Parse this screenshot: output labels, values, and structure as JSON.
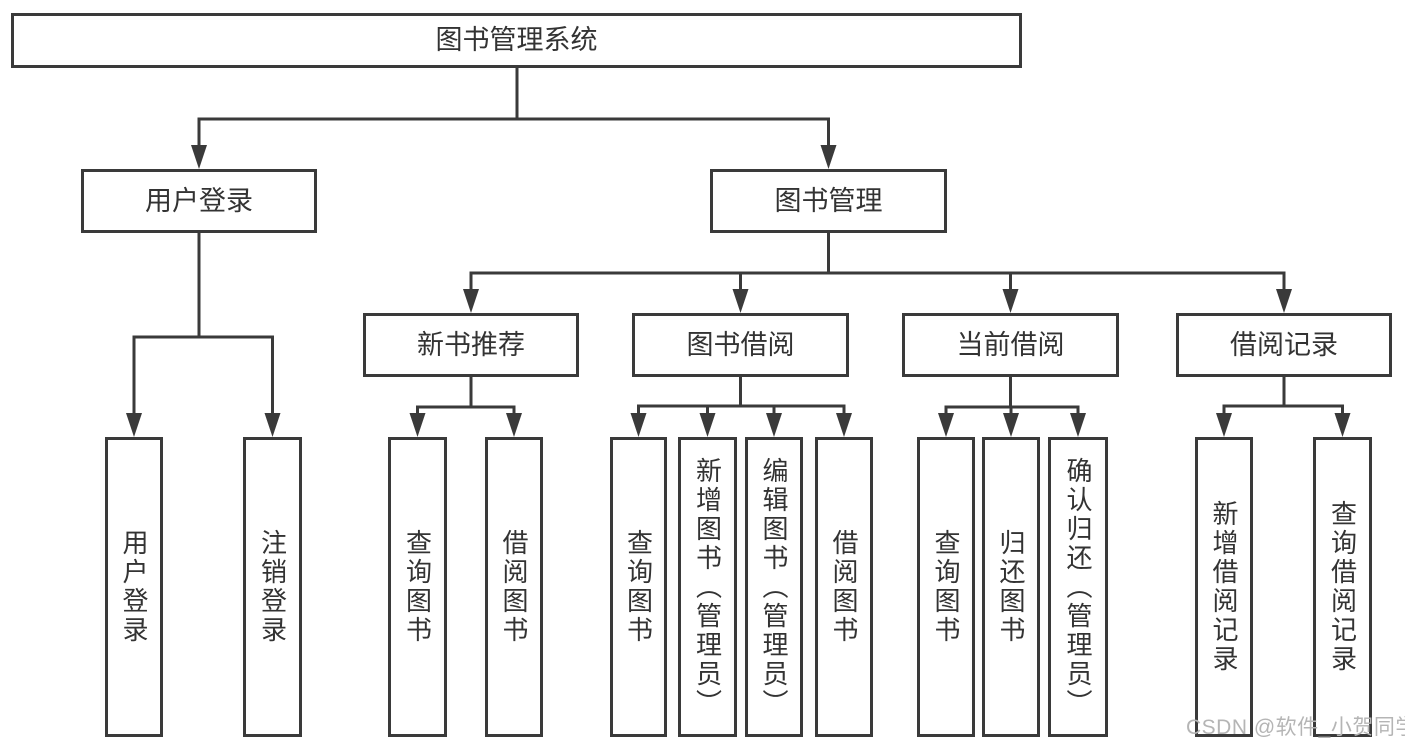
{
  "diagram": {
    "root": "图书管理系统",
    "user_login": {
      "label": "用户登录",
      "children": {
        "login": "用户登录",
        "logout": "注销登录"
      }
    },
    "book_management": {
      "label": "图书管理",
      "new_book_recommend": {
        "label": "新书推荐",
        "children": {
          "query_books": "查询图书",
          "borrow_books": "借阅图书"
        }
      },
      "book_borrow": {
        "label": "图书借阅",
        "children": {
          "query_books": "查询图书",
          "add_books_admin": "新增图书（管理员）",
          "edit_books_admin": "编辑图书（管理员）",
          "borrow_books": "借阅图书"
        }
      },
      "current_borrow": {
        "label": "当前借阅",
        "children": {
          "query_books": "查询图书",
          "return_books": "归还图书",
          "confirm_return_admin": "确认归还（管理员）"
        }
      },
      "borrow_records": {
        "label": "借阅记录",
        "children": {
          "add_borrow_record": "新增借阅记录",
          "query_borrow_record": "查询借阅记录"
        }
      }
    }
  },
  "watermark": "CSDN @软件_小贺同学",
  "colors": {
    "line": "#3a3a3a",
    "text": "#333333",
    "watermark": "#b5b5b5",
    "background": "#ffffff"
  }
}
